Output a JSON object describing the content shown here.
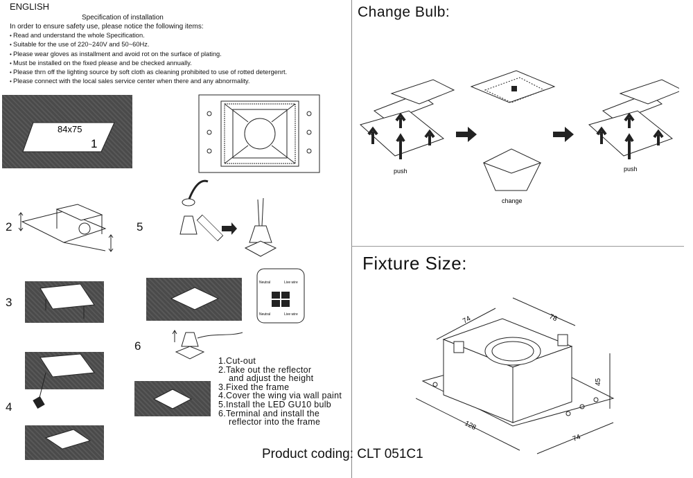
{
  "left": {
    "language": "ENGLISH",
    "spec_title": "Specification of installation",
    "intro": "In order to ensure safety use, please notice the following items:",
    "bullets": [
      "Read and understand the whole Specification.",
      "Suitable for the use of 220~240V and 50~60Hz.",
      "Please wear gloves as installment and avoid rot on the surface of plating.",
      "Must be installed on the fixed please and be checked annually.",
      "Please thrn off the lighting source by soft cloth as cleaning prohibited to use of rotted detergenrt.",
      "Please connect with the local sales service center when there and any abnormality."
    ],
    "cutout_size": "84x75",
    "step_numbers": [
      "1",
      "2",
      "3",
      "4",
      "5",
      "6"
    ],
    "wiring_labels": {
      "neutral": "Neutral",
      "live": "Live wire"
    },
    "steps": [
      "1.Cut-out",
      "2.Take out the reflector",
      "and adjust the height",
      "3.Fixed the frame",
      "4.Cover the wing via wall paint",
      "5.Install the LED GU10 bulb",
      "6.Terminal and install the",
      "reflector into the frame"
    ]
  },
  "right": {
    "change_bulb_heading": "Change Bulb:",
    "push_label": "push",
    "change_label": "change",
    "fixture_size_heading": "Fixture Size:",
    "dimensions": {
      "top_left": "74",
      "top_right": "78",
      "height": "45",
      "length": "128",
      "width": "74"
    }
  },
  "product_coding": "Product coding: CLT 051C1"
}
